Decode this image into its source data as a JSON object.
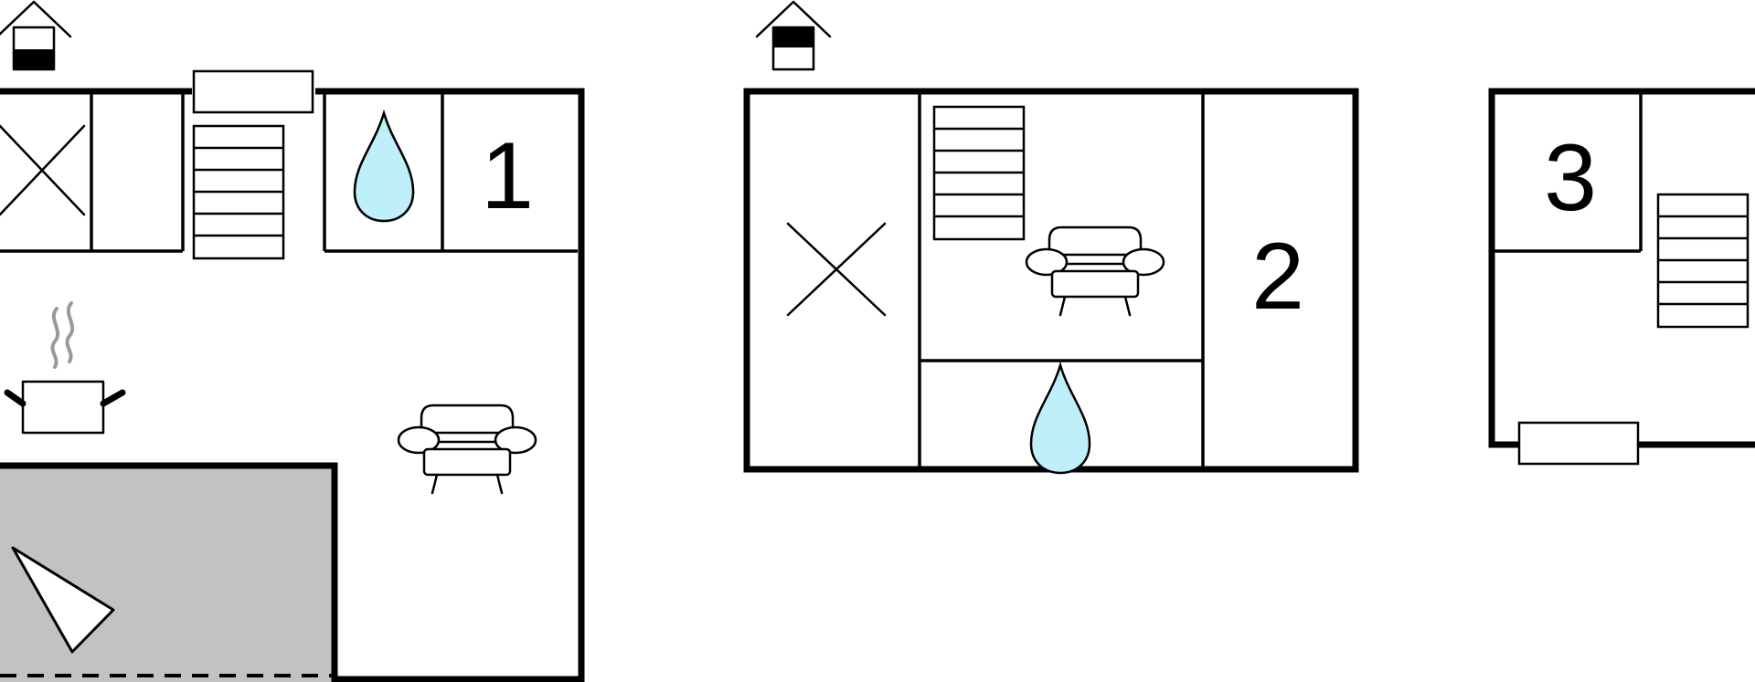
{
  "floors": [
    {
      "id": "floor-1",
      "number_label": "1"
    },
    {
      "id": "floor-2",
      "number_label": "2"
    },
    {
      "id": "floor-3",
      "number_label": "3"
    }
  ],
  "colors": {
    "water_drop": "#bfeff8",
    "terrace": "#c2c2c2",
    "steam": "#9a9a9a",
    "wall": "#000000"
  },
  "icons": [
    "house-level-icon",
    "bed-cross-icon",
    "stairs-icon",
    "water-drop-icon",
    "sofa-icon",
    "cooking-pot-icon",
    "compass-arrow-icon",
    "heater-icon"
  ]
}
